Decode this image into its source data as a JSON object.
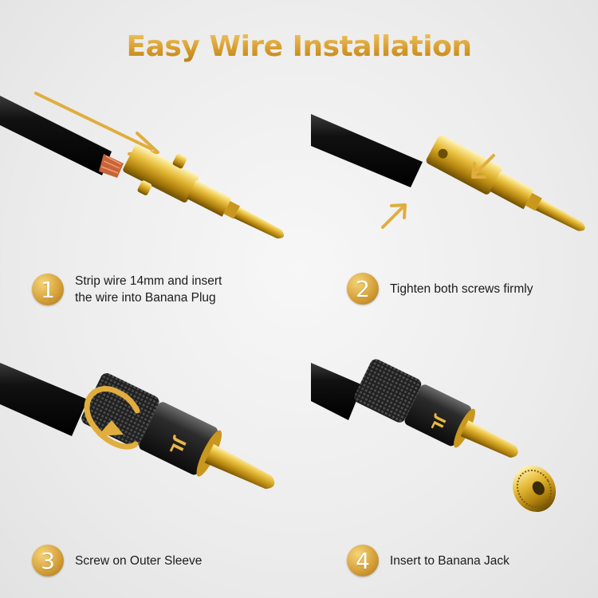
{
  "title": "Easy Wire Installation",
  "accent_color": "#d9a634",
  "steps": [
    {
      "number": "1",
      "lines": [
        "Strip wire 14mm and insert",
        "the wire into Banana Plug"
      ]
    },
    {
      "number": "2",
      "lines": [
        "Tighten both screws firmly"
      ]
    },
    {
      "number": "3",
      "lines": [
        "Screw on Outer Sleeve"
      ]
    },
    {
      "number": "4",
      "lines": [
        "Insert to Banana Jack"
      ]
    }
  ],
  "sleeve_engraving": "JL"
}
